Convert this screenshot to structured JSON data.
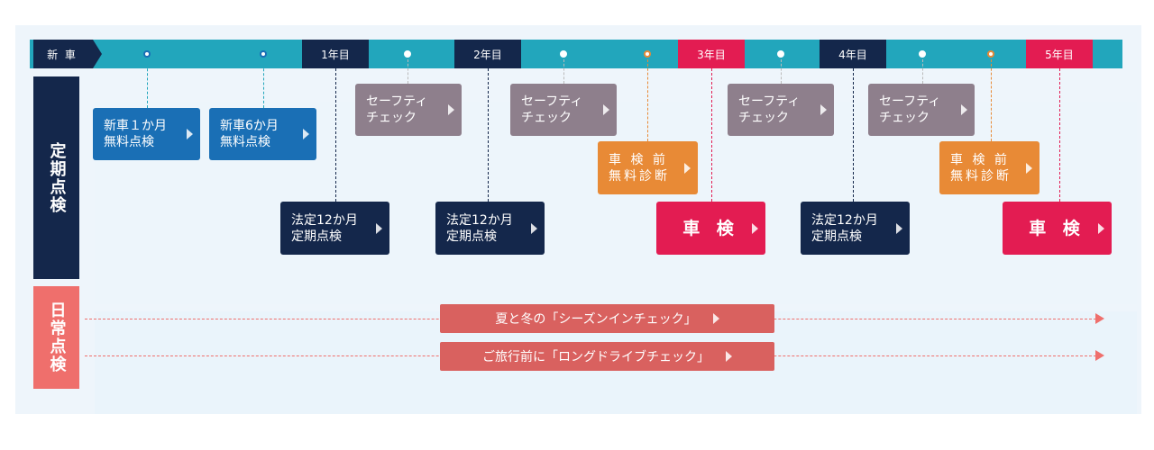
{
  "timeline": {
    "start": "新 車",
    "years": [
      {
        "label": "1年目",
        "color": "#14274b"
      },
      {
        "label": "2年目",
        "color": "#14274b"
      },
      {
        "label": "3年目",
        "color": "#e31c52"
      },
      {
        "label": "4年目",
        "color": "#14274b"
      },
      {
        "label": "5年目",
        "color": "#e31c52"
      }
    ]
  },
  "bands": {
    "periodic": "定期点検",
    "daily": "日常点検"
  },
  "cards": {
    "new_1m": "新車１か月\n無料点検",
    "new_6m": "新車6か月\n無料点検",
    "safety": "セーフティ\nチェック",
    "precheck": "車 検 前\n無料診断",
    "legal_12m": "法定12か月\n定期点検",
    "shaken": "車 検"
  },
  "daily": {
    "season": "夏と冬の「シーズンインチェック」",
    "drive": "ご旅行前に「ロングドライブチェック」"
  },
  "colors": {
    "bar": "#22a6bc",
    "navy": "#14274b",
    "red": "#e31c52",
    "blue": "#1a6fb5",
    "gray": "#8e7f8c",
    "orange": "#e88a36",
    "coral": "#ef6f6c"
  }
}
